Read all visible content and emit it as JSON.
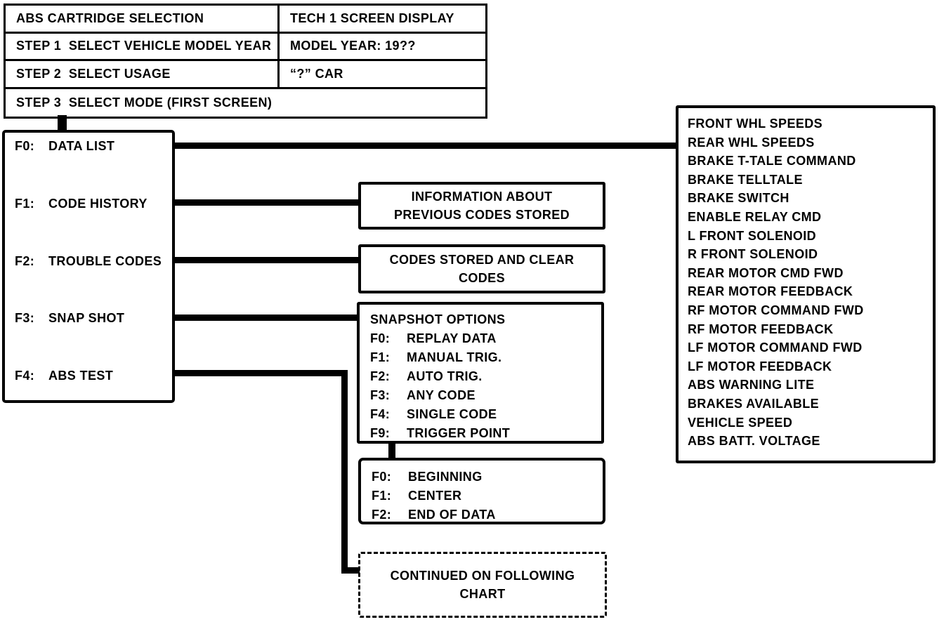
{
  "header_table": {
    "rows": [
      {
        "left": "ABS CARTRIDGE SELECTION",
        "right": "TECH 1 SCREEN DISPLAY"
      },
      {
        "left": "STEP 1  SELECT VEHICLE MODEL YEAR",
        "right": "MODEL YEAR: 19??"
      },
      {
        "left": "STEP 2  SELECT USAGE",
        "right": "“?” CAR"
      },
      {
        "left": "STEP 3  SELECT MODE (FIRST SCREEN)",
        "right": ""
      }
    ]
  },
  "mode_menu": {
    "items": [
      {
        "key": "F0:",
        "label": "DATA LIST"
      },
      {
        "key": "F1:",
        "label": "CODE HISTORY"
      },
      {
        "key": "F2:",
        "label": "TROUBLE CODES"
      },
      {
        "key": "F3:",
        "label": "SNAP SHOT"
      },
      {
        "key": "F4:",
        "label": "ABS TEST"
      }
    ]
  },
  "data_list": {
    "items": [
      "FRONT WHL SPEEDS",
      "REAR WHL SPEEDS",
      "BRAKE T-TALE COMMAND",
      "BRAKE TELLTALE",
      "BRAKE SWITCH",
      "ENABLE RELAY CMD",
      "L FRONT SOLENOID",
      "R FRONT SOLENOID",
      "REAR MOTOR CMD FWD",
      "REAR MOTOR FEEDBACK",
      "RF MOTOR COMMAND FWD",
      "RF MOTOR FEEDBACK",
      "LF MOTOR COMMAND FWD",
      "LF MOTOR FEEDBACK",
      "ABS WARNING LITE",
      "BRAKES AVAILABLE",
      "VEHICLE SPEED",
      "ABS BATT. VOLTAGE"
    ]
  },
  "code_history_box": {
    "line1": "INFORMATION ABOUT",
    "line2": "PREVIOUS CODES STORED"
  },
  "trouble_codes_box": {
    "line1": "CODES STORED AND CLEAR",
    "line2": "CODES"
  },
  "snapshot_box": {
    "title": "SNAPSHOT OPTIONS",
    "items": [
      {
        "key": "F0:",
        "label": "REPLAY DATA"
      },
      {
        "key": "F1:",
        "label": "MANUAL TRIG."
      },
      {
        "key": "F2:",
        "label": "AUTO TRIG."
      },
      {
        "key": "F3:",
        "label": "ANY CODE"
      },
      {
        "key": "F4:",
        "label": "SINGLE CODE"
      },
      {
        "key": "F9:",
        "label": "TRIGGER POINT"
      }
    ]
  },
  "trigger_point_box": {
    "items": [
      {
        "key": "F0:",
        "label": "BEGINNING"
      },
      {
        "key": "F1:",
        "label": "CENTER"
      },
      {
        "key": "F2:",
        "label": "END OF DATA"
      }
    ]
  },
  "continued_box": {
    "line1": "CONTINUED ON FOLLOWING",
    "line2": "CHART"
  },
  "colors": {
    "ink": "#000000",
    "paper": "#ffffff"
  }
}
